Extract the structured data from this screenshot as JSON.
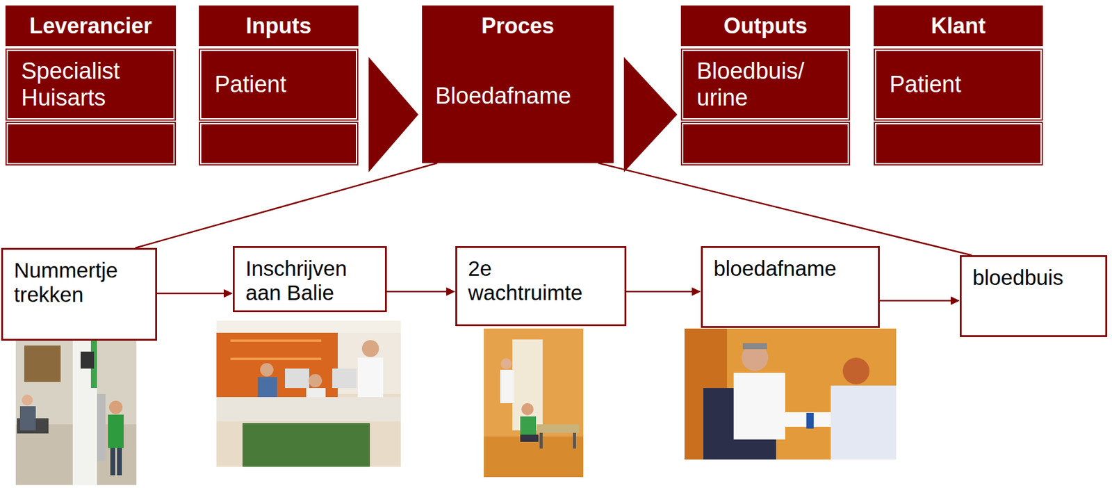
{
  "diagram": {
    "nodes": [
      {
        "text": [
          "Leverancier",
          "Specialist Huisarts"
        ]
      },
      {
        "text": [
          "Inputs",
          "Patient"
        ]
      },
      {
        "text": [
          "Proces",
          "Bloedafname"
        ]
      },
      {
        "text": [
          "Outputs",
          "Bloedbuis/ urine"
        ]
      },
      {
        "text": [
          "Klant",
          "Patient"
        ]
      },
      {
        "text": [
          "Nummertje trekken"
        ]
      },
      {
        "text": [
          "Inschrijven aan Balie"
        ]
      },
      {
        "text": [
          "2e wachtruimte"
        ]
      },
      {
        "text": [
          "bloedafname"
        ]
      },
      {
        "text": [
          "bloedbuis"
        ]
      }
    ],
    "edges": [
      {
        "from": 1,
        "to": 2,
        "arrow": "to"
      },
      {
        "from": 2,
        "to": 3,
        "arrow": "to"
      },
      {
        "from": 2,
        "to": 5,
        "arrow": "none"
      },
      {
        "from": 2,
        "to": 9,
        "arrow": "none"
      },
      {
        "from": 5,
        "to": 6,
        "arrow": "to"
      },
      {
        "from": 6,
        "to": 7,
        "arrow": "to"
      },
      {
        "from": 7,
        "to": 8,
        "arrow": "to"
      },
      {
        "from": 8,
        "to": 9,
        "arrow": "to"
      }
    ]
  }
}
